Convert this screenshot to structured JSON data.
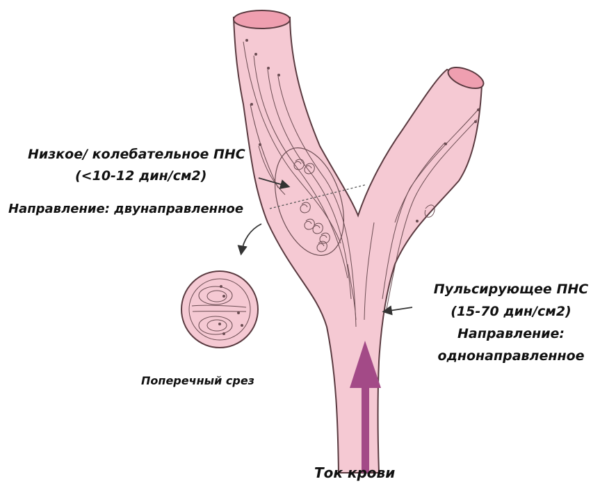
{
  "labels": {
    "low_shear_line1": "Низкое/ колебательное ПНС",
    "low_shear_line2": "(<10-12 дин/см2)",
    "low_direction": "Направление: двунаправленное",
    "cross_section": "Поперечный срез",
    "pulsatile_line1": "Пульсирующее ПНС",
    "pulsatile_line2": "(15-70 дин/см2)",
    "pulsatile_direction_line1": "Направление:",
    "pulsatile_direction_line2": "однонаправленное",
    "blood_flow": "Ток крови"
  },
  "colors": {
    "vessel_fill": "#f5c9d3",
    "vessel_outline": "#5a3a40",
    "vessel_lumen": "#ef9fb0",
    "flow_arrow": "#a34a87",
    "streamline": "#6b4c52"
  }
}
